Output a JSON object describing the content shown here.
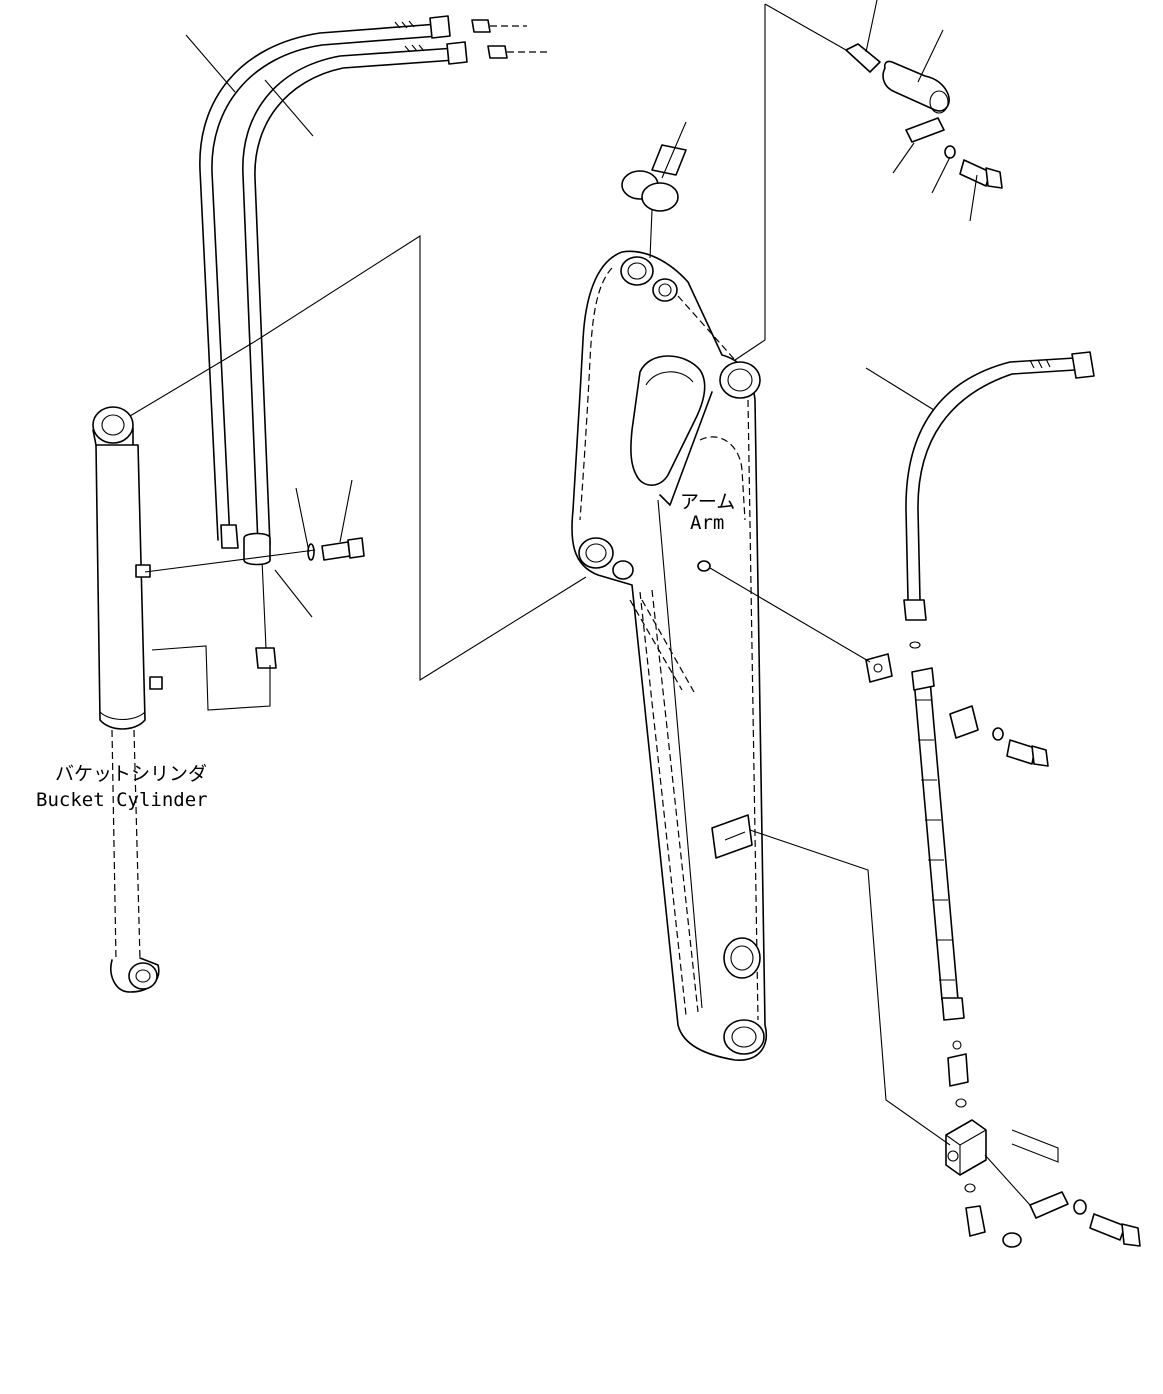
{
  "labels": {
    "arm_jp": "アーム",
    "arm_en": "Arm",
    "bucket_cylinder_jp": "バケットシリンダ",
    "bucket_cylinder_en": "Bucket Cylinder"
  }
}
